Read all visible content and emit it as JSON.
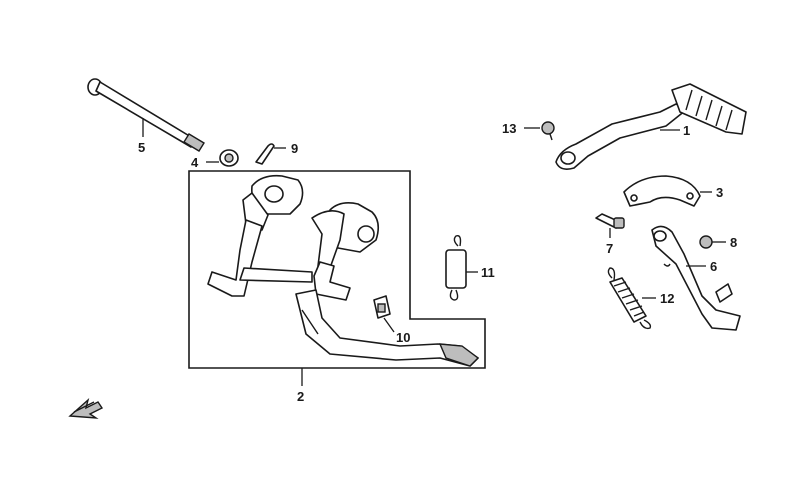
{
  "callouts": {
    "c1": "1",
    "c2": "2",
    "c3": "3",
    "c4": "4",
    "c5": "5",
    "c6": "6",
    "c7": "7",
    "c8": "8",
    "c9": "9",
    "c10": "10",
    "c11": "11",
    "c12": "12",
    "c13": "13"
  },
  "colors": {
    "line": "#1a1a1a",
    "background": "#ffffff",
    "shade": "#bdbdbd"
  }
}
